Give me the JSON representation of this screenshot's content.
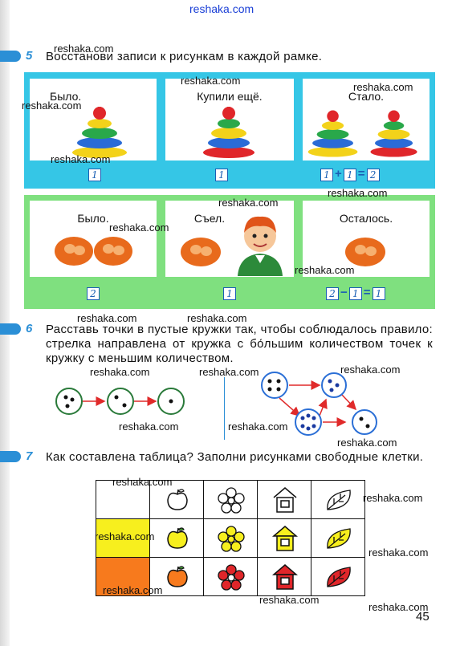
{
  "header": {
    "site": "reshaka.com"
  },
  "watermark": "reshaka.com",
  "tasks": [
    {
      "number": "5",
      "text": "Восстанови записи к рисункам в каждой рамке."
    },
    {
      "number": "6",
      "text": "Расставь точки в пустые кружки так, чтобы соблюдалось правило: стрелка направлена от кружка с бо́льшим количеством точек к кружку с меньшим количеством."
    },
    {
      "number": "7",
      "text": "Как составлена таблица? Заполни рисунками свободные клетки."
    }
  ],
  "frame1": {
    "panels": [
      "Было.",
      "Купили ещё.",
      "Стало."
    ],
    "boxes": [
      "1",
      "1",
      "1",
      "1",
      "2"
    ],
    "ops": [
      "+",
      "="
    ]
  },
  "frame2": {
    "panels": [
      "Было.",
      "Съел.",
      "Осталось."
    ],
    "boxes": [
      "2",
      "1",
      "2",
      "1",
      "1"
    ],
    "ops": [
      "−",
      "="
    ]
  },
  "page_number": "45",
  "colors": {
    "blue_frame": "#35c6e6",
    "green_frame": "#7fe07f",
    "accent": "#2b8fd6",
    "yellow": "#f7ef1e",
    "orange": "#f77a1d"
  },
  "icons": [
    "pyramid-toy-icon",
    "pretzel-icon",
    "boy-icon",
    "apple-icon",
    "flower-icon",
    "house-icon",
    "leaf-icon"
  ]
}
